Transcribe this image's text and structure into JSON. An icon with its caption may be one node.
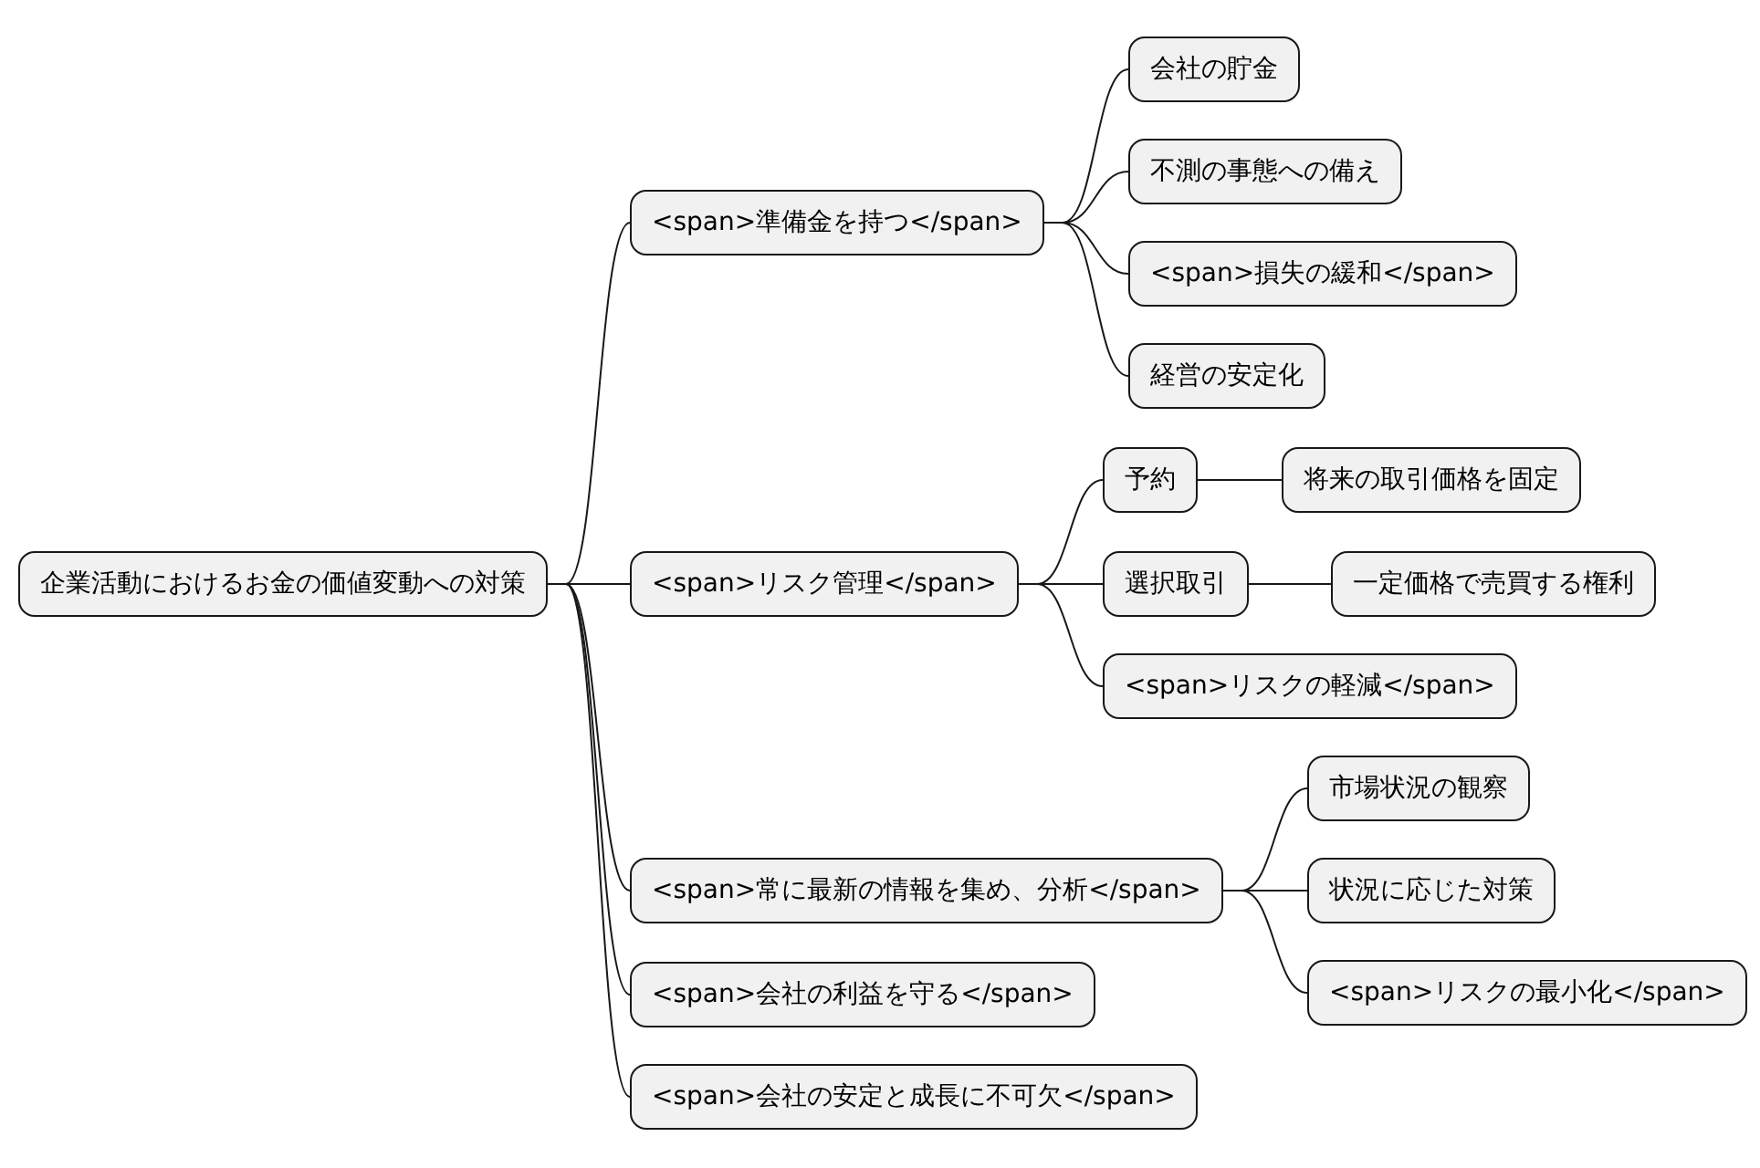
{
  "diagram": {
    "nodes": [
      {
        "text": [
          "企業活動におけるお金の価値変動への対策"
        ]
      },
      {
        "text": [
          "<span>準備金を持つ</span>"
        ]
      },
      {
        "text": [
          "会社の貯金"
        ]
      },
      {
        "text": [
          "不測の事態への備え"
        ]
      },
      {
        "text": [
          "<span>損失の緩和</span>"
        ]
      },
      {
        "text": [
          "経営の安定化"
        ]
      },
      {
        "text": [
          "<span>リスク管理</span>"
        ]
      },
      {
        "text": [
          "予約"
        ]
      },
      {
        "text": [
          "将来の取引価格を固定"
        ]
      },
      {
        "text": [
          "選択取引"
        ]
      },
      {
        "text": [
          "一定価格で売買する権利"
        ]
      },
      {
        "text": [
          "<span>リスクの軽減</span>"
        ]
      },
      {
        "text": [
          "<span>常に最新の情報を集め、分析</span>"
        ]
      },
      {
        "text": [
          "市場状況の観察"
        ]
      },
      {
        "text": [
          "状況に応じた対策"
        ]
      },
      {
        "text": [
          "<span>リスクの最小化</span>"
        ]
      },
      {
        "text": [
          "<span>会社の利益を守る</span>"
        ]
      },
      {
        "text": [
          "<span>会社の安定と成長に不可欠</span>"
        ]
      }
    ],
    "edges": [
      {
        "from": 0,
        "to": 1,
        "arrow": "none"
      },
      {
        "from": 1,
        "to": 2,
        "arrow": "none"
      },
      {
        "from": 1,
        "to": 3,
        "arrow": "none"
      },
      {
        "from": 1,
        "to": 4,
        "arrow": "none"
      },
      {
        "from": 1,
        "to": 5,
        "arrow": "none"
      },
      {
        "from": 0,
        "to": 6,
        "arrow": "none"
      },
      {
        "from": 6,
        "to": 7,
        "arrow": "none"
      },
      {
        "from": 7,
        "to": 8,
        "arrow": "none"
      },
      {
        "from": 6,
        "to": 9,
        "arrow": "none"
      },
      {
        "from": 9,
        "to": 10,
        "arrow": "none"
      },
      {
        "from": 6,
        "to": 11,
        "arrow": "none"
      },
      {
        "from": 0,
        "to": 12,
        "arrow": "none"
      },
      {
        "from": 12,
        "to": 13,
        "arrow": "none"
      },
      {
        "from": 12,
        "to": 14,
        "arrow": "none"
      },
      {
        "from": 12,
        "to": 15,
        "arrow": "none"
      },
      {
        "from": 0,
        "to": 16,
        "arrow": "none"
      },
      {
        "from": 0,
        "to": 17,
        "arrow": "none"
      }
    ]
  }
}
